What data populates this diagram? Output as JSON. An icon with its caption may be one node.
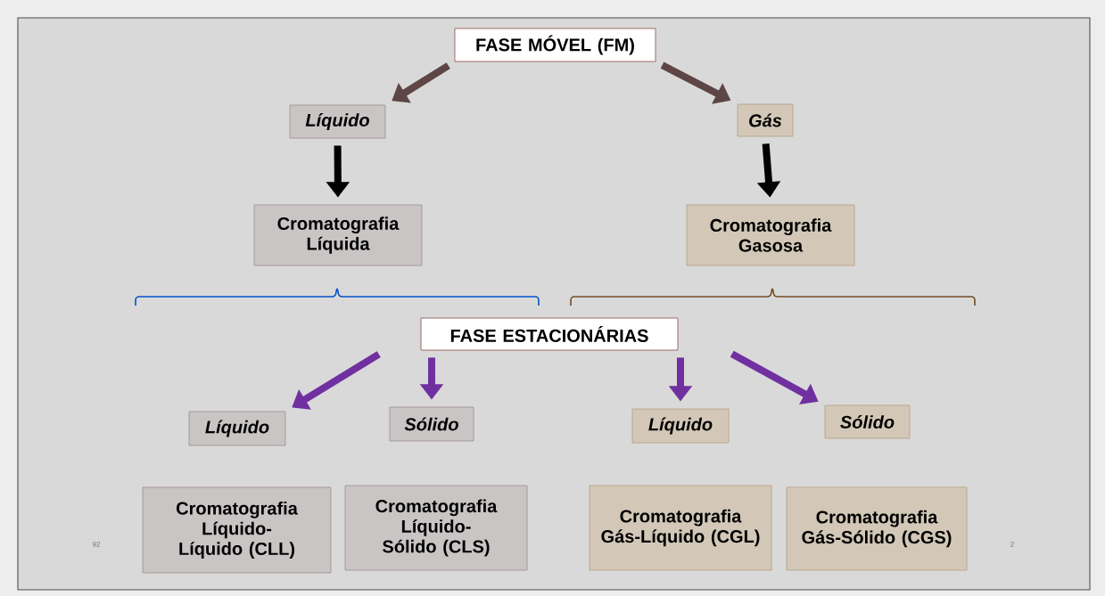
{
  "diagram": {
    "nodes": [
      {
        "text": [
          "FASE MÓVEL (FM)"
        ]
      },
      {
        "text": [
          "Líquido"
        ]
      },
      {
        "text": [
          "Gás"
        ]
      },
      {
        "text": [
          "Cromatografia Líquida"
        ]
      },
      {
        "text": [
          "Cromatografia Gasosa"
        ]
      },
      {
        "text": [
          "FASE ESTACIONÁRIAS"
        ]
      },
      {
        "text": [
          "Líquido"
        ]
      },
      {
        "text": [
          "Sólido"
        ]
      },
      {
        "text": [
          "Líquido"
        ]
      },
      {
        "text": [
          "Sólido"
        ]
      },
      {
        "text": [
          "Cromatografia Líquido-Líquido (CLL)"
        ]
      },
      {
        "text": [
          "Cromatografia Líquido-Sólido (CLS)"
        ]
      },
      {
        "text": [
          "Cromatografia Gás-Líquido (CGL)"
        ]
      },
      {
        "text": [
          "Cromatografia Gás-Sólido (CGS)"
        ]
      }
    ],
    "edges": [
      {
        "from": 0,
        "to": 1,
        "arrow": "to",
        "color": "#5e4546"
      },
      {
        "from": 0,
        "to": 2,
        "arrow": "to",
        "color": "#5e4546"
      },
      {
        "from": 1,
        "to": 3,
        "arrow": "to",
        "color": "#000000"
      },
      {
        "from": 2,
        "to": 4,
        "arrow": "to",
        "color": "#000000"
      },
      {
        "from": 5,
        "to": 6,
        "arrow": "to",
        "color": "#7030a0"
      },
      {
        "from": 5,
        "to": 7,
        "arrow": "to",
        "color": "#7030a0"
      },
      {
        "from": 5,
        "to": 8,
        "arrow": "to",
        "color": "#7030a0"
      },
      {
        "from": 5,
        "to": 9,
        "arrow": "to",
        "color": "#7030a0"
      }
    ],
    "labels": [
      "92",
      "2"
    ]
  }
}
